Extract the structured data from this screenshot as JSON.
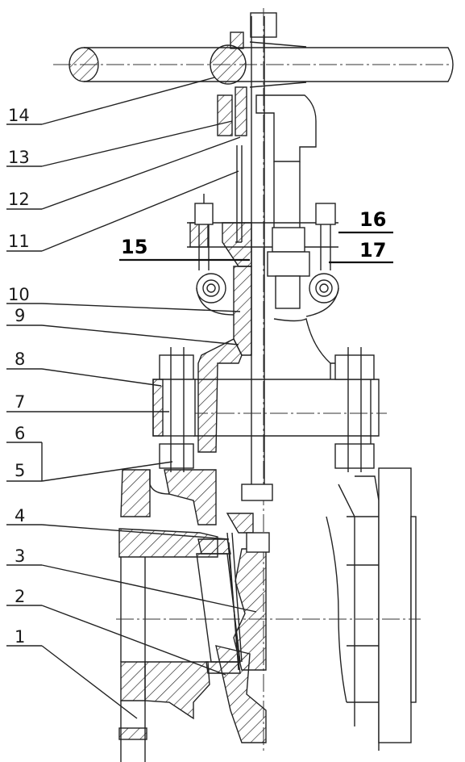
{
  "diagram": {
    "labels": [
      "14",
      "13",
      "12",
      "11",
      "10",
      "9",
      "8",
      "7",
      "6",
      "5",
      "4",
      "3",
      "2",
      "1"
    ],
    "callouts": [
      "15",
      "16",
      "17"
    ]
  }
}
